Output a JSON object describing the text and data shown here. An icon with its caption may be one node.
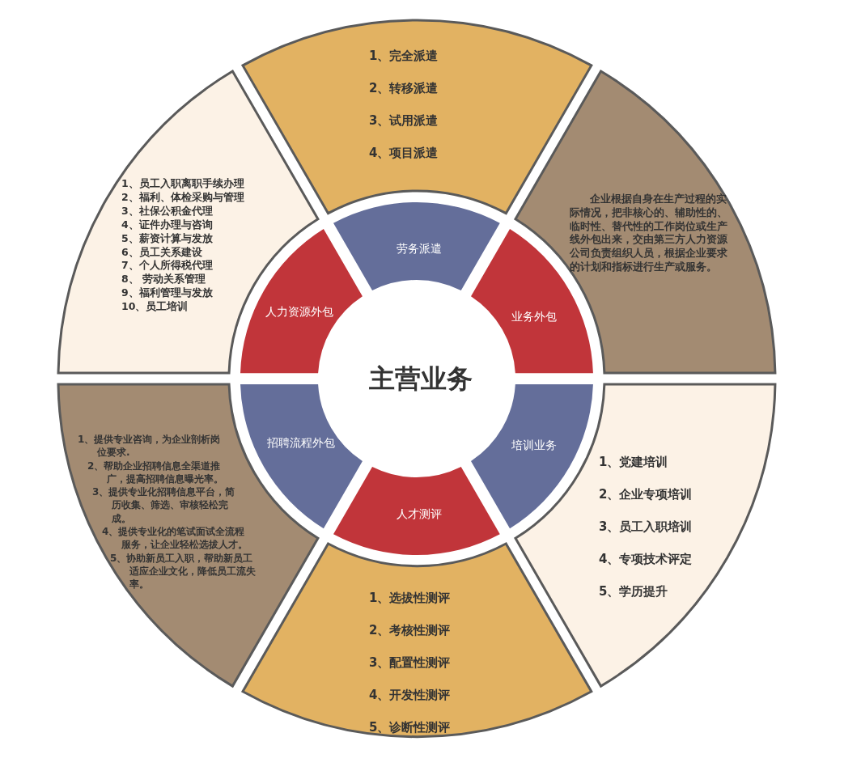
{
  "diagram": {
    "nodes": [
      {
        "text": [
          "主营业务"
        ]
      },
      {
        "text": [
          "劳务派遣"
        ]
      },
      {
        "text": [
          "业务外包"
        ]
      },
      {
        "text": [
          "培训业务"
        ]
      },
      {
        "text": [
          "人才测评"
        ]
      },
      {
        "text": [
          "招聘流程外包"
        ]
      },
      {
        "text": [
          "人力资源外包"
        ]
      },
      {
        "text": [
          "1、完全派遣",
          "2、转移派遣",
          "3、试用派遣",
          "4、项目派遣"
        ]
      },
      {
        "text": [
          "企业根据自身在生产过程的实际情况，把非核心的、辅助性的、临时性、替代性的工作岗位或生产线外包出来，交由第三方人力资源公司负责组织人员，根据企业要求的计划和指标进行生产或服务。"
        ]
      },
      {
        "text": [
          "1、党建培训",
          "2、企业专项培训",
          "3、员工入职培训",
          "4、专项技术评定",
          "5、学历提升"
        ]
      },
      {
        "text": [
          "1、选拔性测评",
          "2、考核性测评",
          "3、配置性测评",
          "4、开发性测评",
          "5、诊断性测评"
        ]
      },
      {
        "text": [
          "1、提供专业咨询，为企业剖析岗位要求.",
          "2、帮助企业招聘信息全渠道推广，提高招聘信息曝光率。",
          "3、提供专业化招聘信息平台，简历收集、筛选、审核轻松完成。",
          "4、提供专业化的笔试面试全流程服务，让企业轻松选拔人才。",
          "5、协助新员工入职，帮助新员工适应企业文化，降低员工流失率。"
        ]
      },
      {
        "text": [
          "1、员工入职离职手续办理",
          "2、福利、体检采购与管理",
          "3、社保公积金代理",
          "4、证件办理与咨询",
          "5、薪资计算与发放",
          "6、员工关系建设",
          "7、个人所得税代理",
          "8、 劳动关系管理",
          "9、福利管理与发放",
          "10、员工培训"
        ]
      }
    ]
  }
}
